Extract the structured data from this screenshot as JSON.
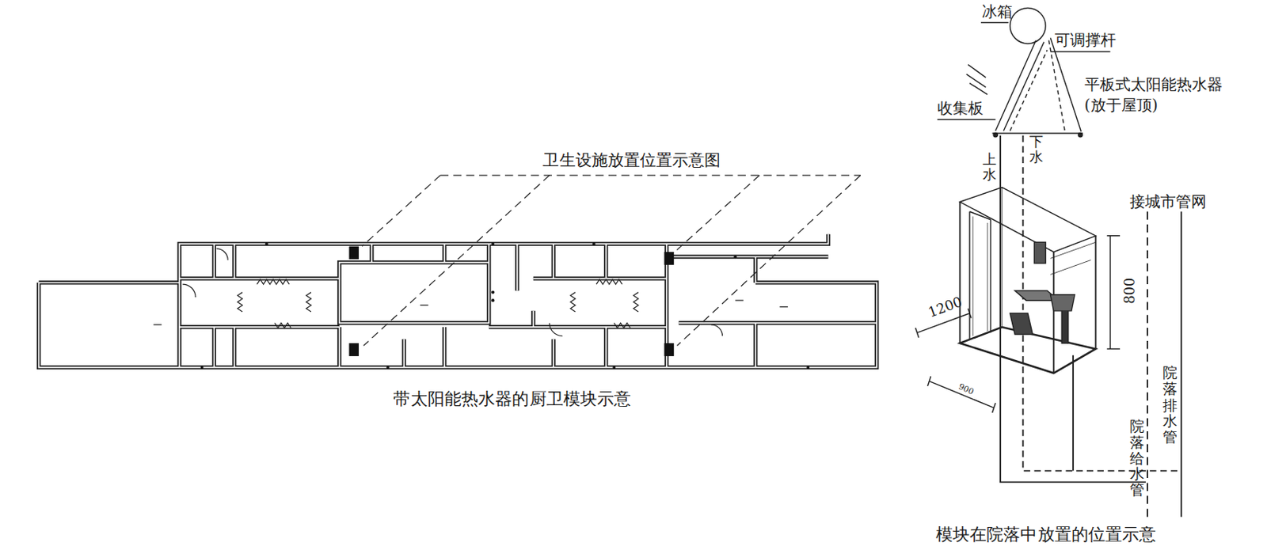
{
  "diagram": {
    "caption": "带太阳能热水器的厨卫模块示意",
    "labels": [
      "卫生设施放置位置示意图",
      "冰箱",
      "可调撑杆",
      "收集板",
      "平板式太阳能热水器 (放于屋顶)",
      "上水",
      "下水",
      "接城市管网",
      "1200",
      "800",
      "900",
      "院落给水管",
      "院落排水管",
      "模块在院落中放置的位置示意"
    ]
  }
}
